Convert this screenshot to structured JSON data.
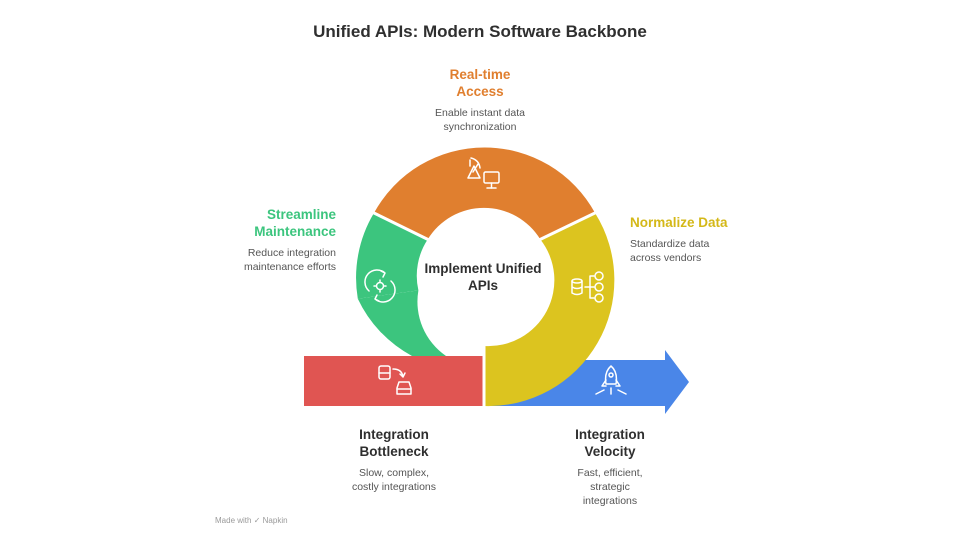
{
  "title": "Unified APIs: Modern Software Backbone",
  "center": {
    "label": "Implement Unified\nAPIs"
  },
  "steps": {
    "realtime": {
      "title": "Real-time\nAccess",
      "desc": "Enable instant data\nsynchronization",
      "color": "#E07F2F",
      "icon": "satellite-monitor-icon"
    },
    "normalize": {
      "title": "Normalize Data",
      "desc": "Standardize data\nacross vendors",
      "color": "#DCC41F",
      "icon": "database-hierarchy-icon"
    },
    "streamline": {
      "title": "Streamline\nMaintenance",
      "desc": "Reduce integration\nmaintenance efforts",
      "color": "#3CC57E",
      "icon": "refresh-gear-icon"
    },
    "bottleneck": {
      "title": "Integration\nBottleneck",
      "desc": "Slow, complex,\ncostly integrations",
      "color": "#E05552",
      "icon": "vehicles-swap-icon"
    },
    "velocity": {
      "title": "Integration\nVelocity",
      "desc": "Fast, efficient,\nstrategic\nintegrations",
      "color": "#4A86E8",
      "icon": "rocket-launch-icon"
    }
  },
  "footer": {
    "made_with": "Made with",
    "brand": "Napkin"
  }
}
